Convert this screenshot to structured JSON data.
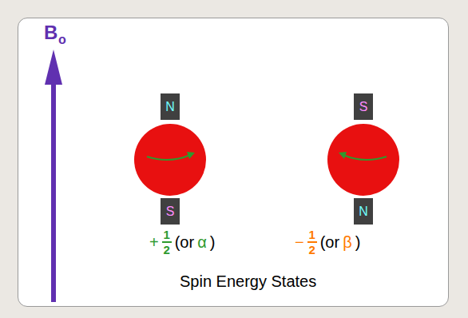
{
  "diagram": {
    "nodes": [
      {
        "text": [
          "N"
        ]
      },
      {
        "text": [
          "S"
        ]
      },
      {
        "text": [
          "S"
        ]
      },
      {
        "text": [
          "N"
        ]
      }
    ],
    "labels": [
      "B",
      "o",
      "+",
      "1",
      "2",
      "(or",
      "α",
      ")",
      "−",
      "1",
      "2",
      "(or",
      "β",
      ")",
      "Spin Energy States"
    ]
  }
}
